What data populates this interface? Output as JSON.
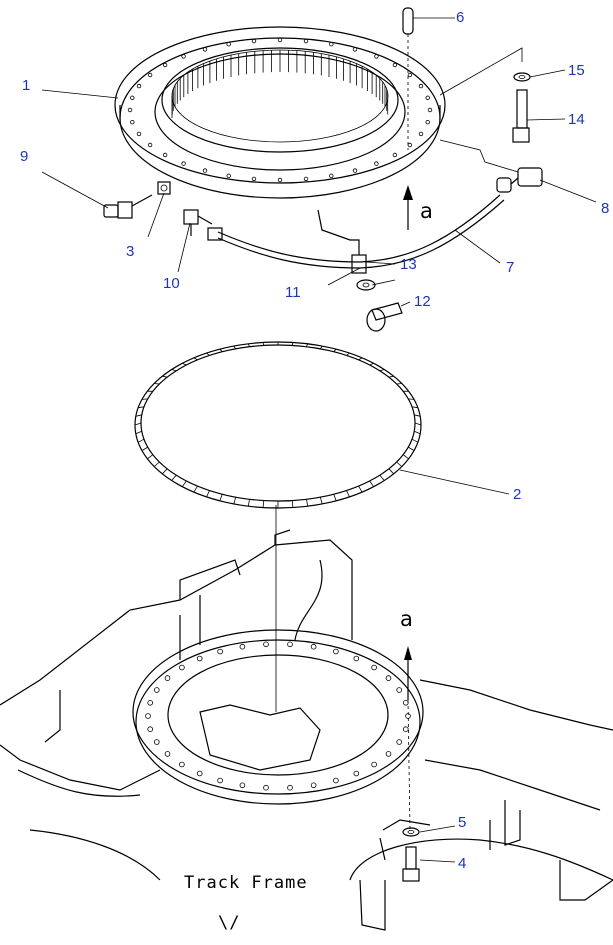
{
  "colors": {
    "callout_number": "#1f35b5",
    "line": "#000000",
    "background": "#ffffff"
  },
  "callouts": [
    {
      "id": "1",
      "text": "1"
    },
    {
      "id": "2",
      "text": "2"
    },
    {
      "id": "3",
      "text": "3"
    },
    {
      "id": "4",
      "text": "4"
    },
    {
      "id": "5",
      "text": "5"
    },
    {
      "id": "6",
      "text": "6"
    },
    {
      "id": "7",
      "text": "7"
    },
    {
      "id": "8",
      "text": "8"
    },
    {
      "id": "9",
      "text": "9"
    },
    {
      "id": "10",
      "text": "10"
    },
    {
      "id": "11",
      "text": "11"
    },
    {
      "id": "12",
      "text": "12"
    },
    {
      "id": "13",
      "text": "13"
    },
    {
      "id": "14",
      "text": "14"
    },
    {
      "id": "15",
      "text": "15"
    }
  ],
  "arrow_labels": {
    "upper": "a",
    "lower": "a"
  },
  "caption": "Track Frame",
  "bottom_mark": "\\/"
}
